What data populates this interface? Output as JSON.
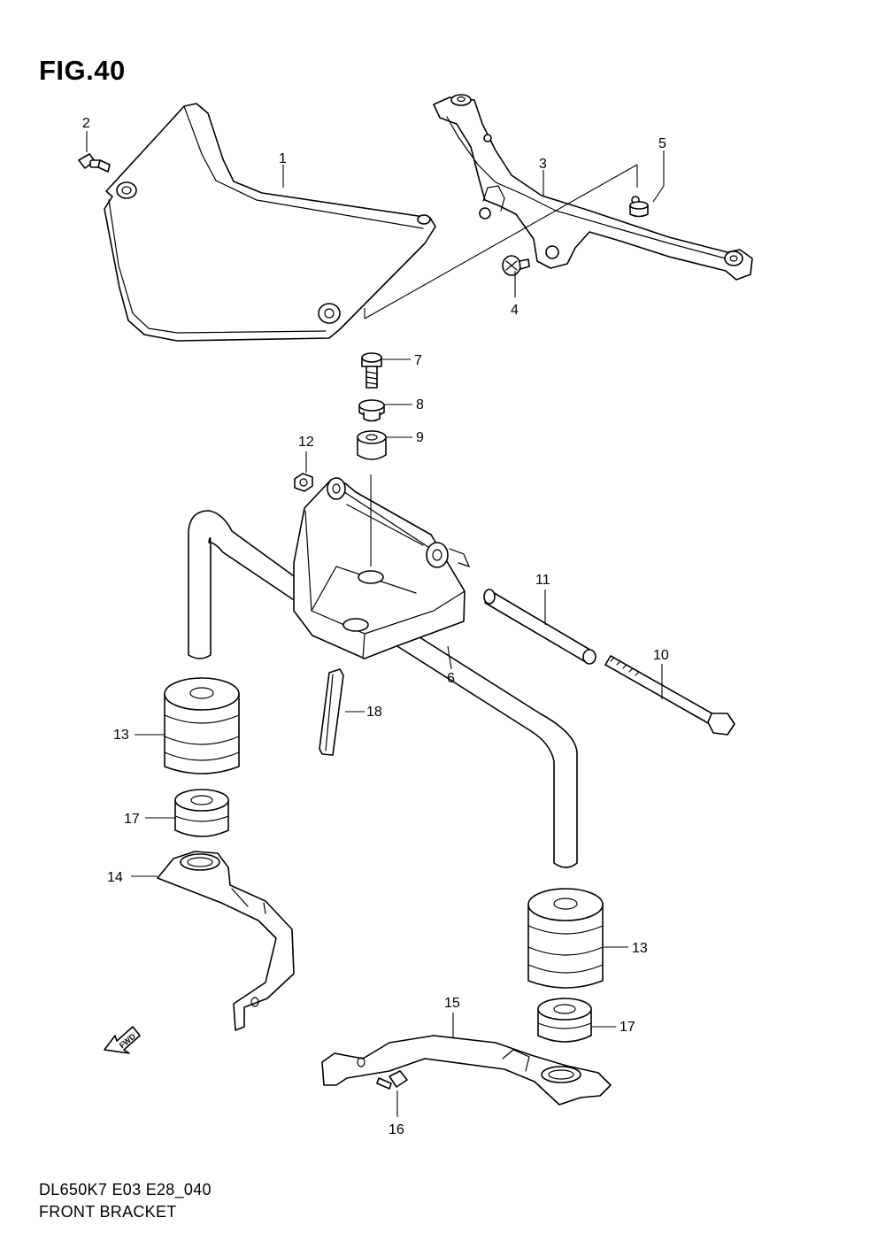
{
  "figure": {
    "title": "FIG.40"
  },
  "footer": {
    "code": "DL650K7 E03 E28_040",
    "name": "FRONT BRACKET"
  },
  "fwd_label": "FWD",
  "callouts": [
    {
      "id": "c1",
      "label": "1"
    },
    {
      "id": "c2",
      "label": "2"
    },
    {
      "id": "c3",
      "label": "3"
    },
    {
      "id": "c4",
      "label": "4"
    },
    {
      "id": "c5",
      "label": "5"
    },
    {
      "id": "c6",
      "label": "6"
    },
    {
      "id": "c7",
      "label": "7"
    },
    {
      "id": "c8",
      "label": "8"
    },
    {
      "id": "c9",
      "label": "9"
    },
    {
      "id": "c10",
      "label": "10"
    },
    {
      "id": "c11",
      "label": "11"
    },
    {
      "id": "c12",
      "label": "12"
    },
    {
      "id": "c13a",
      "label": "13"
    },
    {
      "id": "c13b",
      "label": "13"
    },
    {
      "id": "c14",
      "label": "14"
    },
    {
      "id": "c15",
      "label": "15"
    },
    {
      "id": "c16",
      "label": "16"
    },
    {
      "id": "c17a",
      "label": "17"
    },
    {
      "id": "c17b",
      "label": "17"
    },
    {
      "id": "c18",
      "label": "18"
    }
  ]
}
